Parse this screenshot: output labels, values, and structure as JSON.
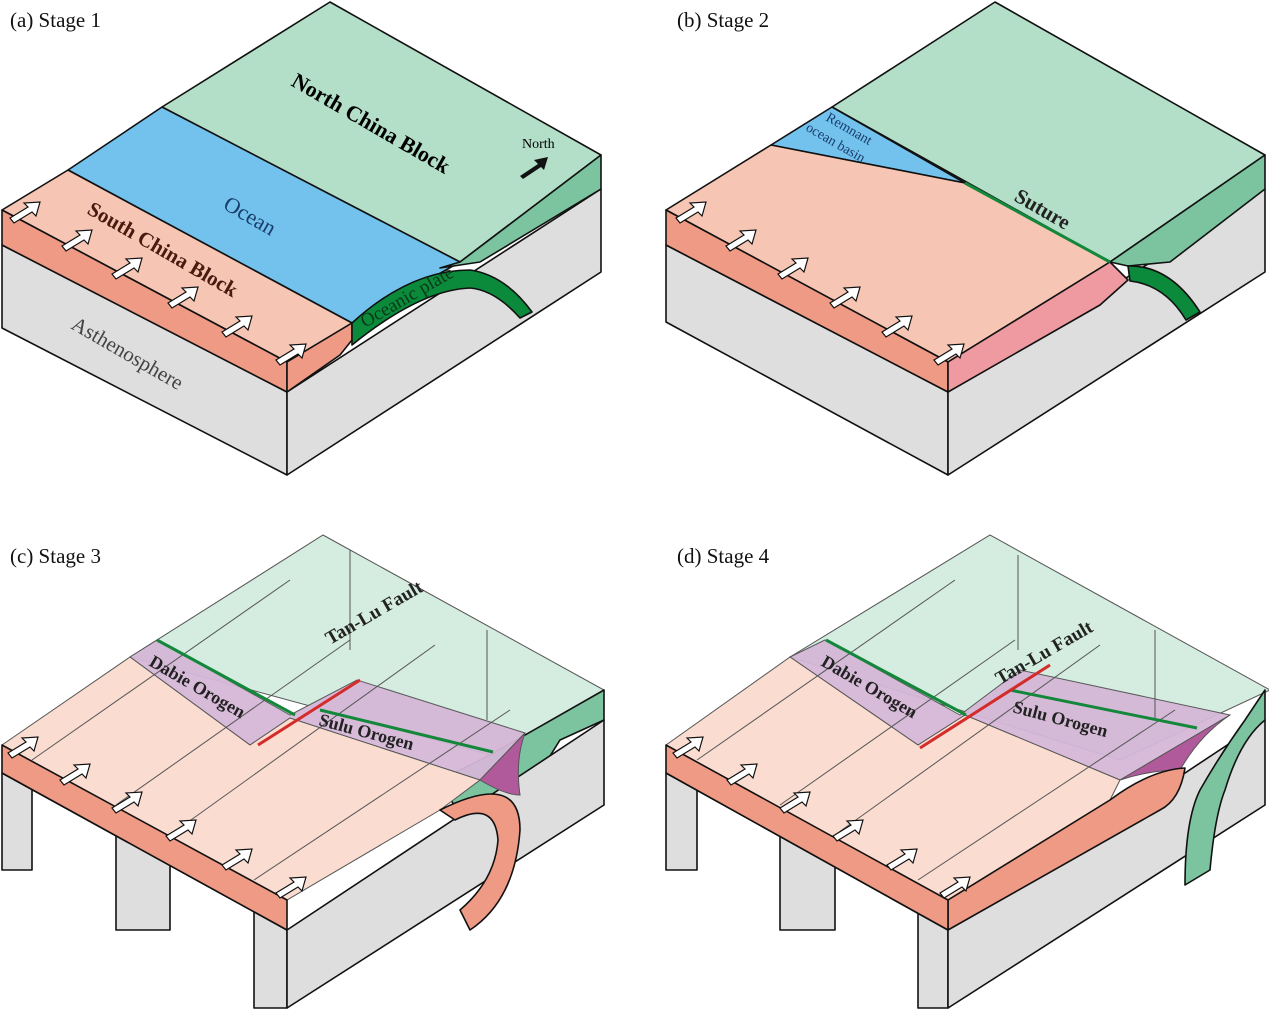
{
  "figure": {
    "panels": [
      {
        "id": "a",
        "title": "(a) Stage 1",
        "labels": {
          "north_china": "North China Block",
          "north": "North",
          "ocean": "Ocean",
          "south_china": "South China Block",
          "oceanic_plate": "Oceanic plate",
          "asthenosphere": "Asthenosphere"
        }
      },
      {
        "id": "b",
        "title": "(b) Stage 2",
        "labels": {
          "remnant_1": "Remnant",
          "remnant_2": "ocean basin",
          "suture": "Suture"
        }
      },
      {
        "id": "c",
        "title": "(c)  Stage 3",
        "labels": {
          "tanlu": "Tan-Lu Fault",
          "dabie": "Dabie Orogen",
          "sulu": "Sulu Orogen"
        }
      },
      {
        "id": "d",
        "title": "(d) Stage 4",
        "labels": {
          "tanlu": "Tan-Lu Fault",
          "dabie": "Dabie Orogen",
          "sulu": "Sulu Orogen"
        }
      }
    ],
    "colors": {
      "north_china_top": "#b3dec8",
      "north_china_side": "#7cc4a0",
      "ocean": "#73c2ee",
      "south_china_top": "#f6c5b3",
      "south_china_side": "#ee9a84",
      "asthenosphere": "#dedede",
      "oceanic_plate": "#0a8a3a",
      "suture_line": "#13873a",
      "fault_line": "#d42b2b",
      "orogen": "#d5b8d8",
      "orogen_dark": "#b05a9c",
      "suture_pink": "#ee9aa0"
    }
  }
}
